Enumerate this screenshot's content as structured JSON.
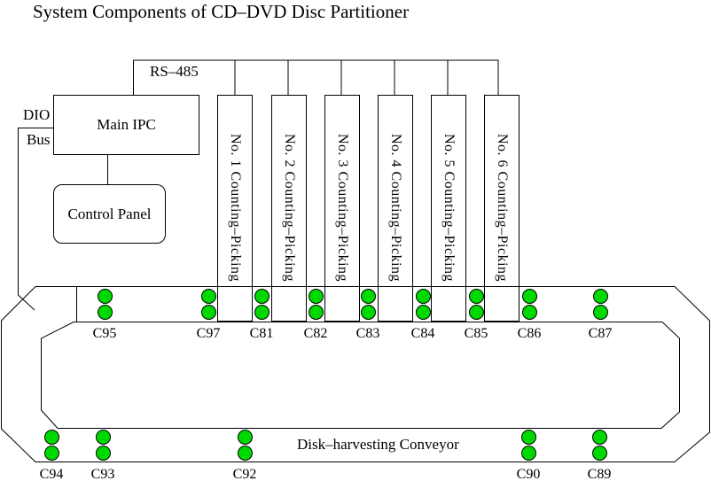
{
  "title": "System Components of CD–DVD Disc Partitioner",
  "buses": {
    "rs485_label": "RS–485",
    "dio_label_line1": "DIO",
    "dio_label_line2": "Bus"
  },
  "nodes": {
    "main_ipc_label": "Main IPC",
    "control_panel_label": "Control Panel"
  },
  "units": [
    {
      "label": "No. 1 Counting–Picking"
    },
    {
      "label": "No. 2 Counting–Picking"
    },
    {
      "label": "No. 3 Counting–Picking"
    },
    {
      "label": "No. 4 Counting–Picking"
    },
    {
      "label": "No. 5 Counting–Picking"
    },
    {
      "label": "No. 6 Counting–Picking"
    }
  ],
  "conveyor": {
    "label": "Disk–harvesting Conveyor",
    "sensor_color": "#00d900",
    "line_color": "#000000",
    "top_stations": [
      {
        "label": "C95"
      },
      {
        "label": "C97"
      },
      {
        "label": "C81"
      },
      {
        "label": "C82"
      },
      {
        "label": "C83"
      },
      {
        "label": "C84"
      },
      {
        "label": "C85"
      },
      {
        "label": "C86"
      },
      {
        "label": "C87"
      }
    ],
    "bottom_stations": [
      {
        "label": "C94"
      },
      {
        "label": "C93"
      },
      {
        "label": "C92"
      },
      {
        "label": "C90"
      },
      {
        "label": "C89"
      }
    ]
  }
}
